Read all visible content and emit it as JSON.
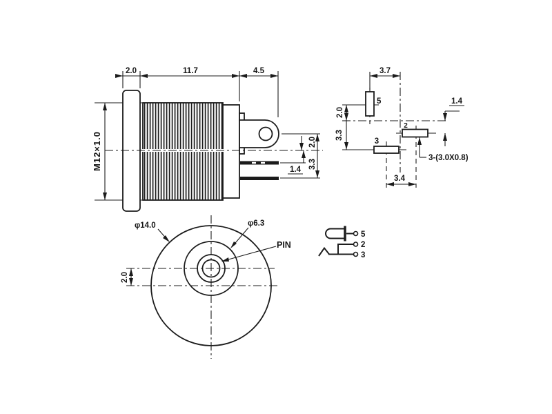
{
  "colors": {
    "background": "#ffffff",
    "line": "#1b1b1b"
  },
  "side_view": {
    "flange_width": "2.0",
    "thread_length": "11.7",
    "tail_length": "4.5",
    "thread_spec": "M12×1.0",
    "lug_center_offset": "2.0",
    "pin_row_offset": "3.3",
    "pin_mid_offset": "1.4"
  },
  "pin_layout": {
    "pin5_x": "3.7",
    "pin5_y": "2.0",
    "pin3_y": "3.3",
    "pin2_y": "1.4",
    "pin_pitch": "3.4",
    "pin_size_note": "3-(3.0X0.8)",
    "labels": {
      "pin5": "5",
      "pin2": "2",
      "pin3": "3"
    }
  },
  "front_view": {
    "outer_dia": "φ14.0",
    "barrel_dia": "φ6.3",
    "pin_callout": "PIN",
    "center_offset": "2.0"
  },
  "schematic": {
    "tip": "5",
    "ring": "2",
    "shunt": "3"
  }
}
